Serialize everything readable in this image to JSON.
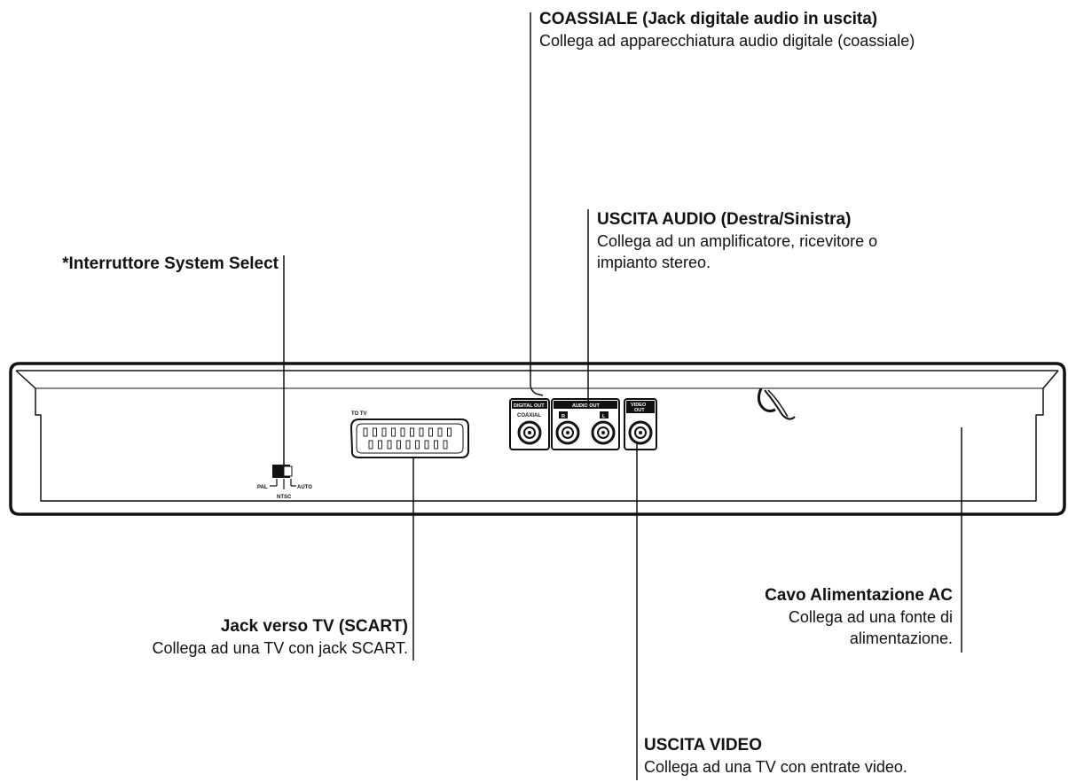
{
  "callouts": {
    "coaxial": {
      "title": "COASSIALE (Jack digitale audio in uscita)",
      "desc": "Collega ad apparecchiatura audio digitale (coassiale)"
    },
    "audio_out": {
      "title": "USCITA AUDIO (Destra/Sinistra)",
      "desc_1": "Collega ad un amplificatore, ricevitore o",
      "desc_2": "impianto stereo."
    },
    "system_select": {
      "title": "*Interruttore System Select"
    },
    "scart": {
      "title": "Jack verso TV (SCART)",
      "desc": "Collega ad una TV con jack SCART."
    },
    "ac_cable": {
      "title": "Cavo Alimentazione AC",
      "desc_1": "Collega ad una fonte di",
      "desc_2": "alimentazione."
    },
    "video_out": {
      "title": "USCITA VIDEO",
      "desc": "Collega ad una TV con entrate video."
    }
  },
  "panel": {
    "to_tv": "TO TV",
    "digital_out": "DIGITAL OUT",
    "coaxial": "COAXIAL",
    "audio_out": "AUDIO OUT",
    "audio_r": "R",
    "audio_l": "L",
    "video": "VIDEO",
    "video_out": "OUT",
    "switch_pal": "PAL",
    "switch_auto": "AUTO",
    "switch_ntsc": "NTSC"
  }
}
